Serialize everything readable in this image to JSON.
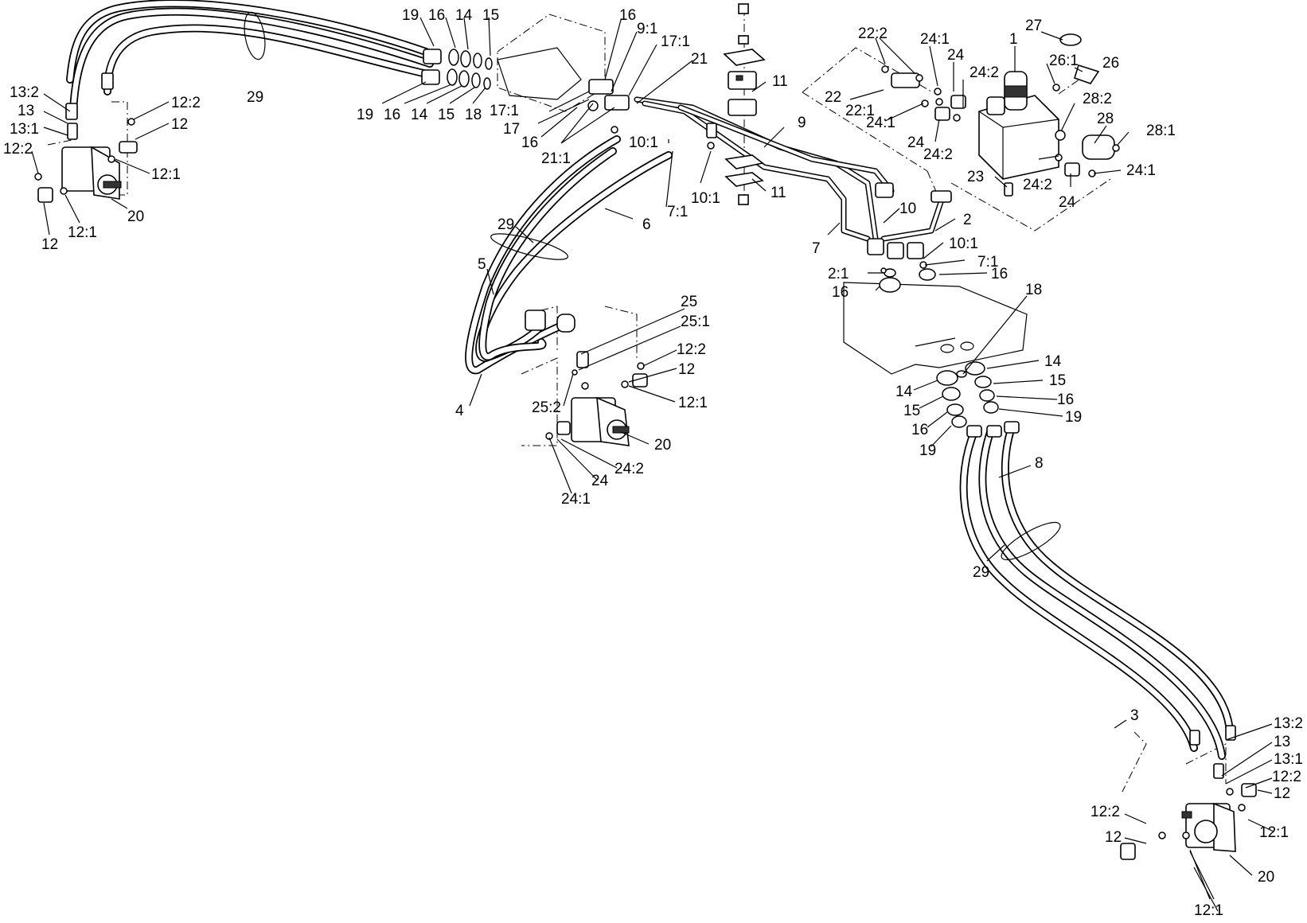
{
  "callouts": [
    {
      "text": "29"
    },
    {
      "text": "19"
    },
    {
      "text": "16"
    },
    {
      "text": "14"
    },
    {
      "text": "15"
    },
    {
      "text": "19"
    },
    {
      "text": "16"
    },
    {
      "text": "14"
    },
    {
      "text": "15"
    },
    {
      "text": "18"
    },
    {
      "text": "16"
    },
    {
      "text": "9:1"
    },
    {
      "text": "17:1"
    },
    {
      "text": "21"
    },
    {
      "text": "17:1"
    },
    {
      "text": "17"
    },
    {
      "text": "16"
    },
    {
      "text": "21:1"
    },
    {
      "text": "13:2"
    },
    {
      "text": "13"
    },
    {
      "text": "13:1"
    },
    {
      "text": "12:2"
    },
    {
      "text": "12:2"
    },
    {
      "text": "12"
    },
    {
      "text": "12:1"
    },
    {
      "text": "20"
    },
    {
      "text": "12:1"
    },
    {
      "text": "12"
    },
    {
      "text": "11"
    },
    {
      "text": "11"
    },
    {
      "text": "9"
    },
    {
      "text": "10:1"
    },
    {
      "text": "7:1"
    },
    {
      "text": "10:1"
    },
    {
      "text": "22:2"
    },
    {
      "text": "24:1"
    },
    {
      "text": "24"
    },
    {
      "text": "24:2"
    },
    {
      "text": "1"
    },
    {
      "text": "27"
    },
    {
      "text": "26:1"
    },
    {
      "text": "26"
    },
    {
      "text": "22"
    },
    {
      "text": "22:1"
    },
    {
      "text": "24:1"
    },
    {
      "text": "24"
    },
    {
      "text": "24:2"
    },
    {
      "text": "28:2"
    },
    {
      "text": "28"
    },
    {
      "text": "28:1"
    },
    {
      "text": "23"
    },
    {
      "text": "24:2"
    },
    {
      "text": "24:1"
    },
    {
      "text": "24"
    },
    {
      "text": "10"
    },
    {
      "text": "2"
    },
    {
      "text": "7"
    },
    {
      "text": "6"
    },
    {
      "text": "29"
    },
    {
      "text": "5"
    },
    {
      "text": "4"
    },
    {
      "text": "10:1"
    },
    {
      "text": "7:1"
    },
    {
      "text": "2:1"
    },
    {
      "text": "16"
    },
    {
      "text": "16"
    },
    {
      "text": "18"
    },
    {
      "text": "14"
    },
    {
      "text": "15"
    },
    {
      "text": "16"
    },
    {
      "text": "19"
    },
    {
      "text": "14"
    },
    {
      "text": "15"
    },
    {
      "text": "16"
    },
    {
      "text": "19"
    },
    {
      "text": "8"
    },
    {
      "text": "29"
    },
    {
      "text": "25"
    },
    {
      "text": "25:1"
    },
    {
      "text": "12:2"
    },
    {
      "text": "12"
    },
    {
      "text": "12:1"
    },
    {
      "text": "25:2"
    },
    {
      "text": "20"
    },
    {
      "text": "24:2"
    },
    {
      "text": "24"
    },
    {
      "text": "24:1"
    },
    {
      "text": "3"
    },
    {
      "text": "13:2"
    },
    {
      "text": "13"
    },
    {
      "text": "13:1"
    },
    {
      "text": "12:2"
    },
    {
      "text": "12"
    },
    {
      "text": "12:2"
    },
    {
      "text": "12"
    },
    {
      "text": "12:1"
    },
    {
      "text": "20"
    },
    {
      "text": "12:1"
    }
  ]
}
